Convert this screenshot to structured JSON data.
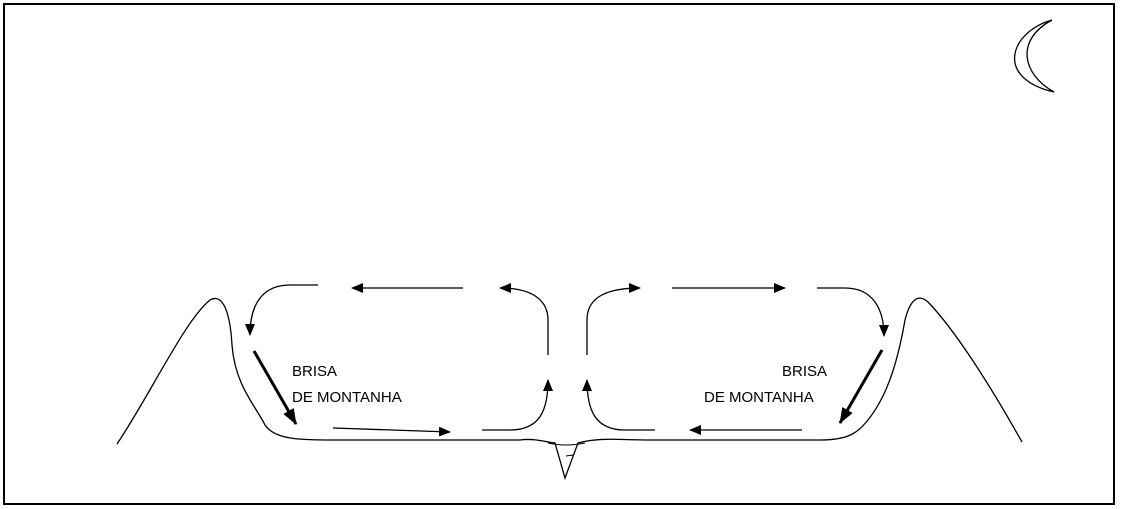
{
  "labels": {
    "left_line1": "BRISA",
    "left_line2": "DE MONTANHA",
    "right_line1": "BRISA",
    "right_line2": "DE MONTANHA"
  },
  "icons": {
    "moon": "crescent-moon-icon"
  },
  "colors": {
    "stroke": "#000000",
    "background": "#ffffff"
  }
}
